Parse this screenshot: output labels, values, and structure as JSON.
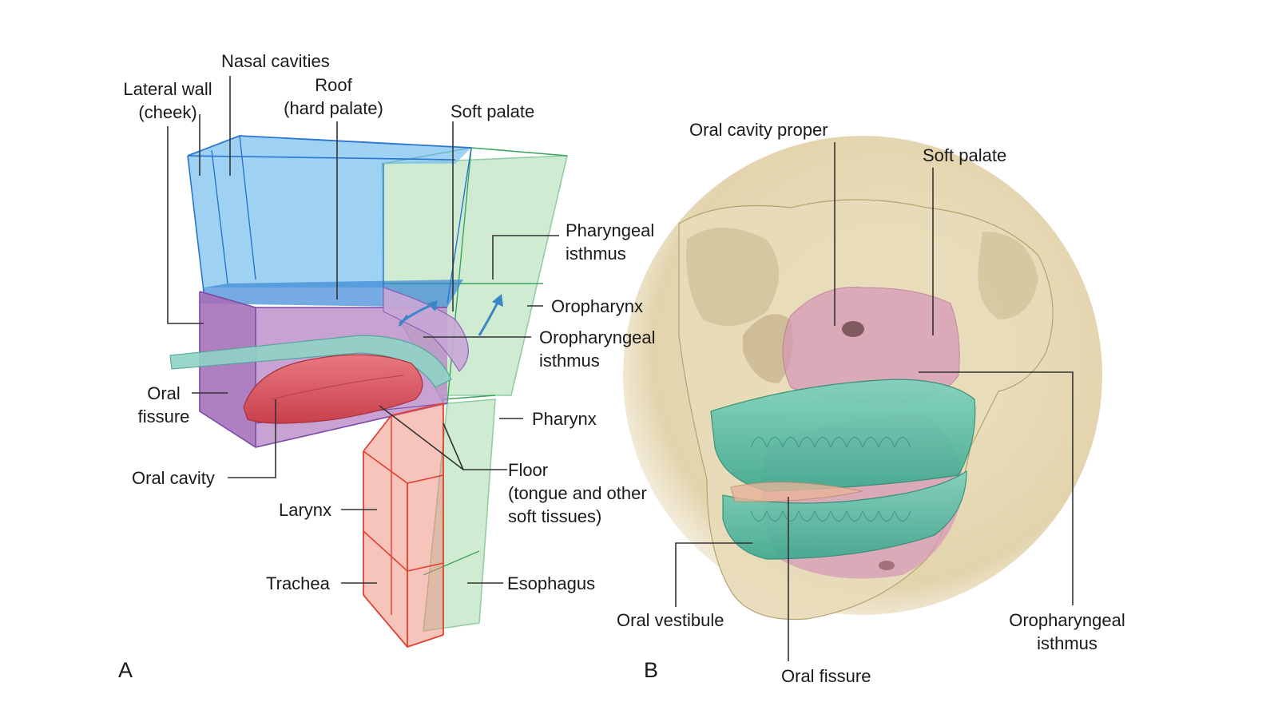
{
  "panel_a": {
    "letter": "A",
    "labels": {
      "nasal_cavities": "Nasal cavities",
      "lateral_wall": [
        "Lateral wall",
        "(cheek)"
      ],
      "roof": [
        "Roof",
        "(hard palate)"
      ],
      "soft_palate": "Soft palate",
      "pharyngeal_isthmus": [
        "Pharyngeal",
        "isthmus"
      ],
      "oropharynx": "Oropharynx",
      "oropharyngeal_isthmus": [
        "Oropharyngeal",
        "isthmus"
      ],
      "oral_fissure": [
        "Oral",
        "fissure"
      ],
      "pharynx": "Pharynx",
      "floor": [
        "Floor",
        "(tongue and other",
        "soft tissues)"
      ],
      "oral_cavity": "Oral cavity",
      "larynx": "Larynx",
      "trachea": "Trachea",
      "esophagus": "Esophagus"
    }
  },
  "panel_b": {
    "letter": "B",
    "labels": {
      "oral_cavity_proper": "Oral cavity proper",
      "soft_palate": "Soft palate",
      "oral_vestibule": "Oral vestibule",
      "oral_fissure": "Oral fissure",
      "oropharyngeal_isthmus": [
        "Oropharyngeal",
        "isthmus"
      ]
    }
  },
  "colors": {
    "nasal_blue": "#7fc3ee",
    "pharynx_green": "#a9dcae",
    "oral_purple": "#b483c4",
    "tongue_red": "#d9545f",
    "airway_red": "#e8503f",
    "bone": "#e8dcbc",
    "mucosa_pink": "#d79ab8",
    "teeth_teal": "#5fbfa9",
    "leader": "#333333"
  }
}
